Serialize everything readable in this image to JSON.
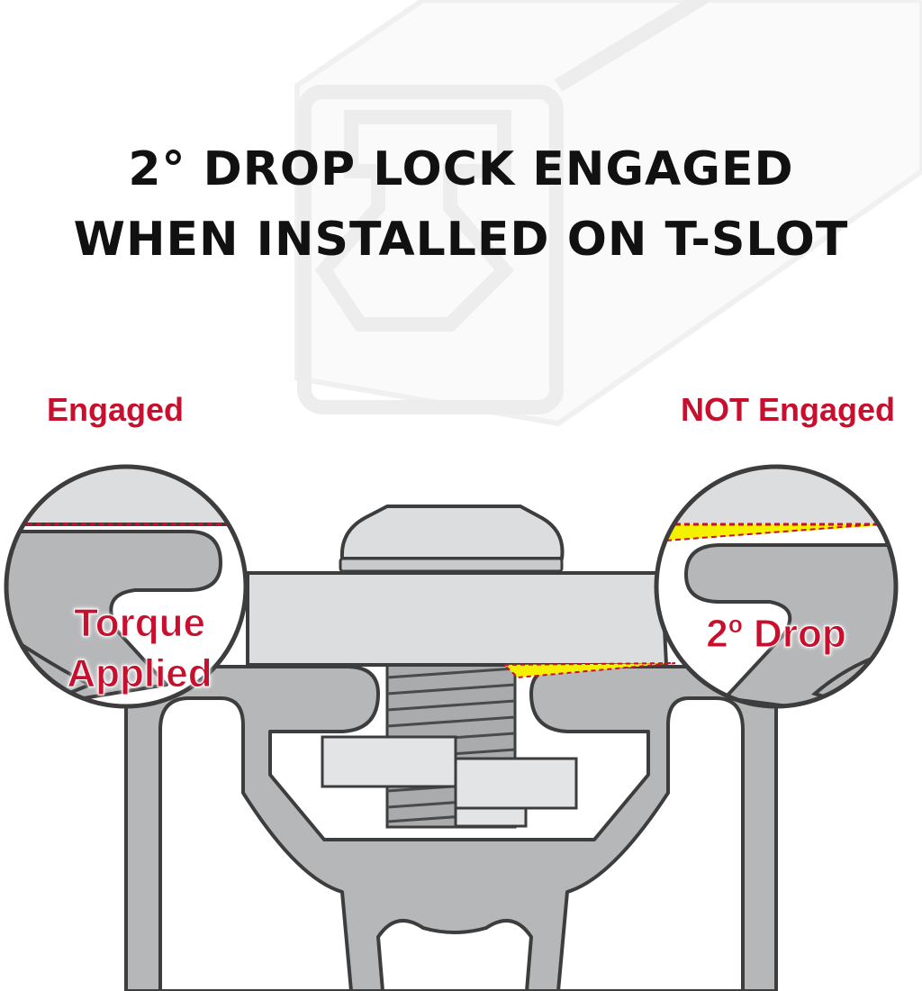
{
  "title": {
    "line1": "2° DROP LOCK ENGAGED",
    "line2": "WHEN INSTALLED ON T-SLOT"
  },
  "labels": {
    "left": "Engaged",
    "right": "NOT Engaged"
  },
  "callouts": {
    "left": [
      "Torque",
      "Applied"
    ],
    "right": "2º Drop"
  },
  "colors": {
    "accent_red": "#c8102e",
    "highlight_yellow": "#f5f000",
    "aluminum": "#b5b7b9",
    "aluminum_light": "#dcdddf",
    "outline": "#3d3d3d"
  }
}
